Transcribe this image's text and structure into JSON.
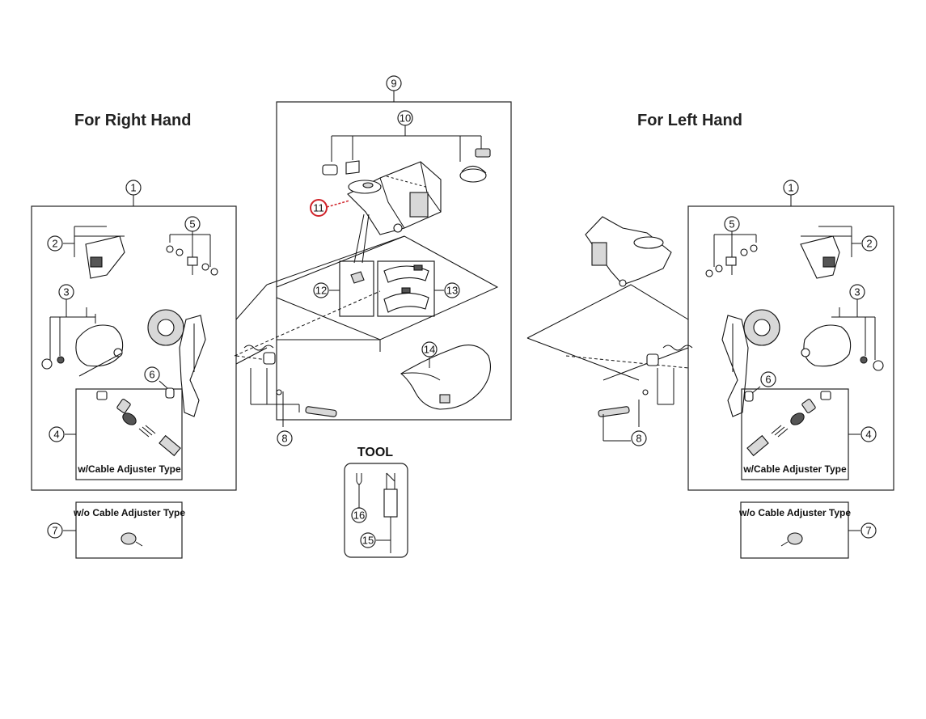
{
  "headings": {
    "right_hand": "For Right Hand",
    "left_hand": "For Left Hand",
    "tool": "TOOL"
  },
  "captions": {
    "with_adjuster_right": "w/Cable Adjuster Type",
    "without_adjuster_right": "w/o Cable Adjuster Type",
    "with_adjuster_left": "w/Cable Adjuster Type",
    "without_adjuster_left": "w/o Cable Adjuster Type"
  },
  "callouts": {
    "n1": "1",
    "n2": "2",
    "n3": "3",
    "n4": "4",
    "n5": "5",
    "n6": "6",
    "n7": "7",
    "n8": "8",
    "n9": "9",
    "n10": "10",
    "n11": "11",
    "n12": "12",
    "n13": "13",
    "n14": "14",
    "n15": "15",
    "n16": "16"
  },
  "colors": {
    "highlight": "#d0232a",
    "line": "#111111"
  }
}
